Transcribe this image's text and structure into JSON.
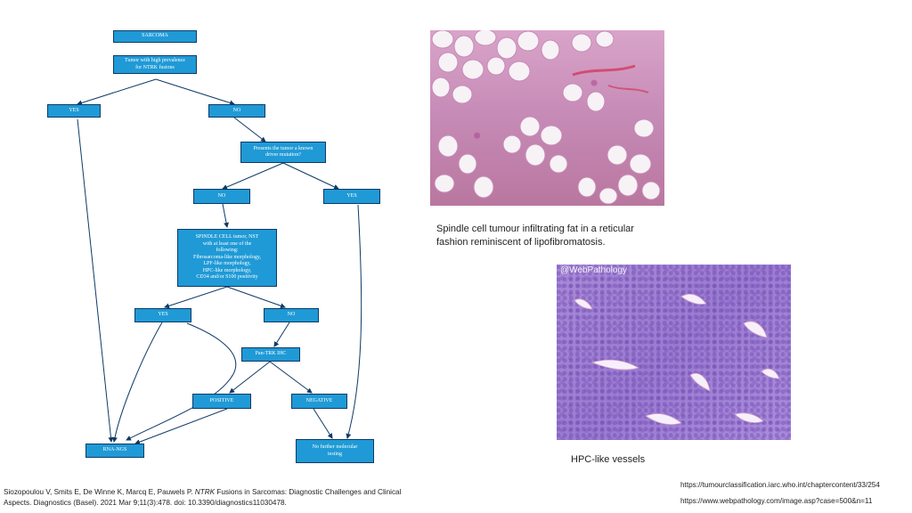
{
  "flowchart": {
    "sarcoma": "SARCOMA",
    "high_prevalence": "Tumor with high prevalence\nfor NTRK fusions",
    "yes_1": "YES",
    "no_1": "NO",
    "driver_mutation": "Presents the tumor a known\ndriver mutation?",
    "no_2": "NO",
    "yes_2": "YES",
    "spindle_cell": "SPINDLE CELL tumor, NST\nwith at least one of the\nfollowing:\nFibrosarcoma-like morphology,\nLPF-like morphology,\nHPC-like morphology,\nCD34 and/or S100 positivity",
    "yes_3": "YES",
    "no_3": "NO",
    "pan_trk": "Pan-TRK IHC",
    "positive": "POSITIVE",
    "negative": "NEGATIVE",
    "rna_ngs": "RNA-NGS",
    "no_further": "No further molecular\ntesting"
  },
  "images": {
    "fat_caption": "Spindle cell tumour infiltrating fat in a reticular fashion reminiscent of lipofibromatosis.",
    "hpc_caption": "HPC-like vessels",
    "hpc_watermark": "@WebPathology"
  },
  "references": {
    "citation_pre": "Siozopoulou V, Smits E, De Winne K, Marcq E, Pauwels P. ",
    "citation_italic": "NTRK",
    "citation_post": " Fusions in Sarcomas: Diagnostic Challenges and Clinical Aspects. Diagnostics (Basel). 2021 Mar 9;11(3):478. doi: 10.3390/diagnostics11030478.",
    "url_1": "https://tumourclassification.iarc.who.int/chaptercontent/33/254",
    "url_2": "https://www.webpathology.com/image.asp?case=500&n=11"
  }
}
